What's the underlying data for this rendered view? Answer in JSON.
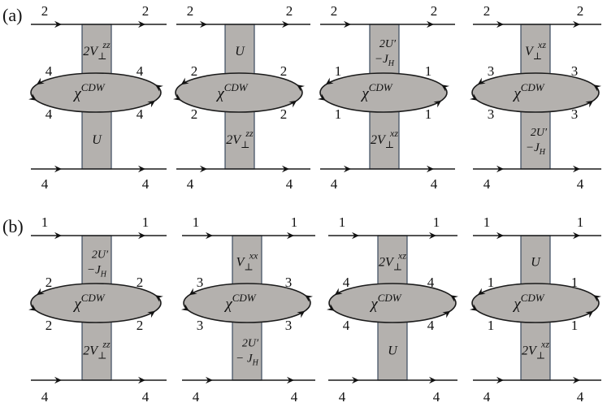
{
  "rows": [
    {
      "label": "(a)",
      "diagrams": [
        {
          "top": "2",
          "upper_left": "4",
          "upper_right": "4",
          "lower_left": "4",
          "lower_right": "4",
          "bottom": "4",
          "upper_vertex": {
            "base": "2V",
            "sub": "⊥",
            "sup": "zz"
          },
          "lower_vertex": {
            "line1": "U"
          }
        },
        {
          "top": "2",
          "upper_left": "2",
          "upper_right": "2",
          "lower_left": "2",
          "lower_right": "2",
          "bottom": "4",
          "upper_vertex": {
            "line1": "U"
          },
          "lower_vertex": {
            "base": "2V",
            "sub": "⊥",
            "sup": "zz"
          }
        },
        {
          "top": "2",
          "upper_left": "1",
          "upper_right": "1",
          "lower_left": "1",
          "lower_right": "1",
          "bottom": "4",
          "upper_vertex": {
            "line1": "2U′",
            "line2": "−J",
            "line2_sub": "H"
          },
          "lower_vertex": {
            "base": "2V",
            "sub": "⊥",
            "sup": "xz"
          }
        },
        {
          "top": "2",
          "upper_left": "3",
          "upper_right": "3",
          "lower_left": "3",
          "lower_right": "3",
          "bottom": "4",
          "upper_vertex": {
            "base": "V",
            "sub": "⊥",
            "sup": "xz"
          },
          "lower_vertex": {
            "line1": "2U′",
            "line2": "−J",
            "line2_sub": "H"
          }
        }
      ]
    },
    {
      "label": "(b)",
      "diagrams": [
        {
          "top": "1",
          "upper_left": "2",
          "upper_right": "2",
          "lower_left": "2",
          "lower_right": "2",
          "bottom": "4",
          "upper_vertex": {
            "line1": "2U′",
            "line2": "−J",
            "line2_sub": "H"
          },
          "lower_vertex": {
            "base": "2V",
            "sub": "⊥",
            "sup": "zz"
          }
        },
        {
          "top": "1",
          "upper_left": "3",
          "upper_right": "3",
          "lower_left": "3",
          "lower_right": "3",
          "bottom": "4",
          "upper_vertex": {
            "base": "V",
            "sub": "⊥",
            "sup": "xx"
          },
          "lower_vertex": {
            "line1": "2U′",
            "line2": "− J",
            "line2_sub": "H"
          }
        },
        {
          "top": "1",
          "upper_left": "4",
          "upper_right": "4",
          "lower_left": "4",
          "lower_right": "4",
          "bottom": "4",
          "upper_vertex": {
            "base": "2V",
            "sub": "⊥",
            "sup": "xz"
          },
          "lower_vertex": {
            "line1": "U"
          }
        },
        {
          "top": "1",
          "upper_left": "1",
          "upper_right": "1",
          "lower_left": "1",
          "lower_right": "1",
          "bottom": "4",
          "upper_vertex": {
            "line1": "U"
          },
          "lower_vertex": {
            "base": "2V",
            "sub": "⊥",
            "sup": "xz"
          }
        }
      ]
    }
  ],
  "ellipse_label": {
    "base": "χ",
    "sup": "CDW"
  },
  "colors": {
    "fill": "#b4b1ae",
    "stroke": "#1a1a1a",
    "bar_stroke": "#3b4a5e"
  }
}
